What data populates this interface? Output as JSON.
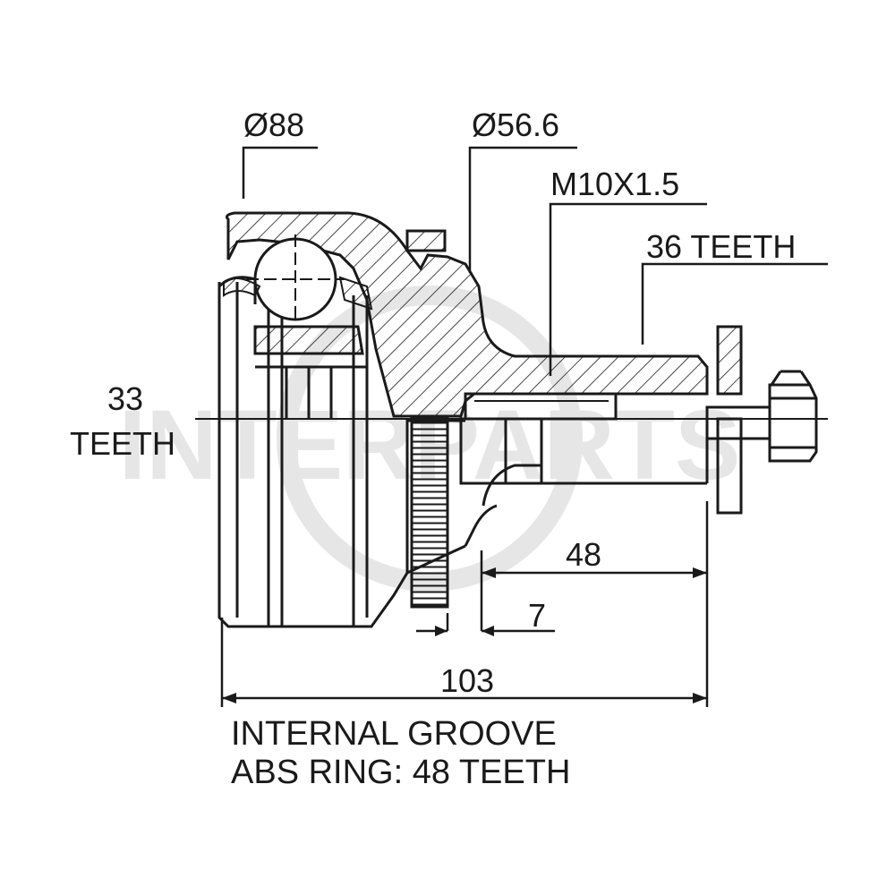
{
  "dimensions": {
    "d_outer": "Ø88",
    "d_inner": "Ø56.6",
    "thread": "M10X1.5",
    "outer_teeth": "36 TEETH",
    "inner_teeth_num": "33",
    "inner_teeth_word": "TEETH",
    "len_shaft": "48",
    "len_offset": "7",
    "len_total": "103"
  },
  "notes": {
    "line1": "INTERNAL GROOVE",
    "line2": "ABS RING: 48 TEETH"
  },
  "watermark": "INTERPARTS",
  "colors": {
    "ink": "#1a1a1a",
    "watermark": "#e6e6e6",
    "background": "#ffffff"
  }
}
